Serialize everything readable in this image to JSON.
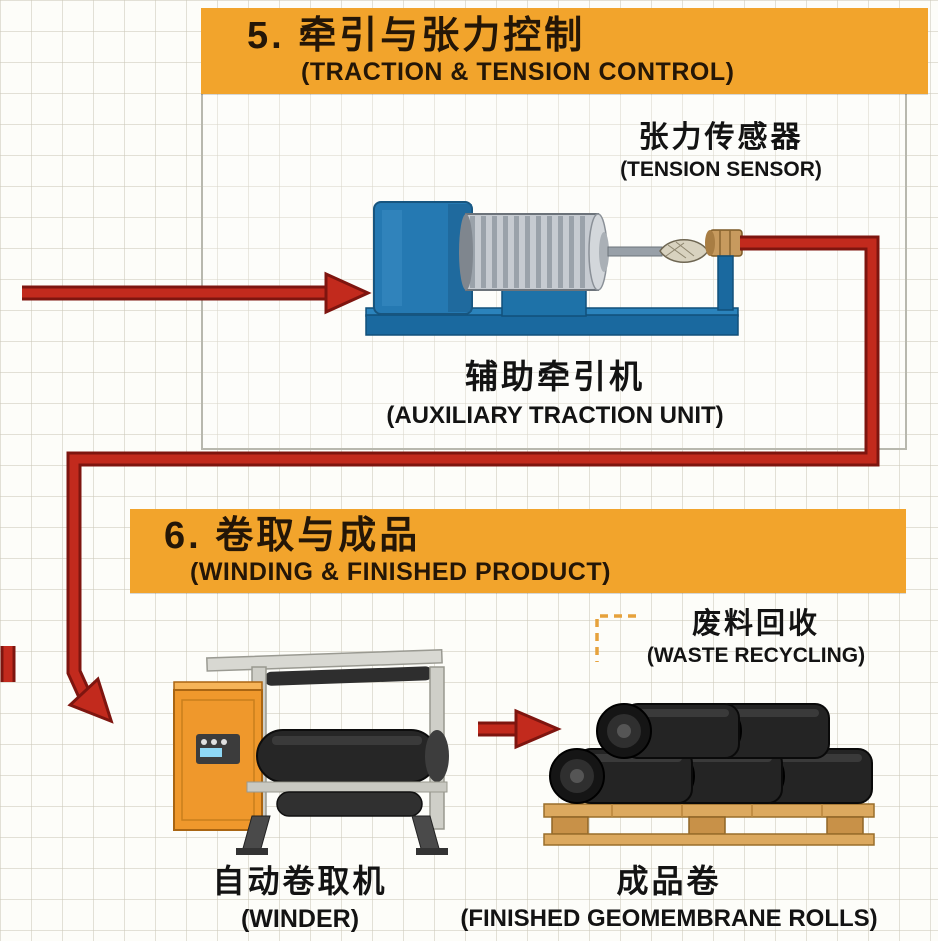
{
  "colors": {
    "banner_orange": "#F2A42C",
    "banner_text": "#241607",
    "arrow_red": "#C22A1D",
    "arrow_outline": "#7E150F",
    "machine_blue": "#2579B2",
    "winder_orange": "#EF982C",
    "pallet_tan": "#DCA95F",
    "dashed_yellow": "#E6A23C"
  },
  "section5": {
    "banner_line1": "5. 牵引与张力控制",
    "banner_line2": "(TRACTION & TENSION CONTROL)",
    "sensor": {
      "zh": "张力传感器",
      "en": "(TENSION SENSOR)"
    },
    "machine": {
      "zh": "辅助牵引机",
      "en": "(AUXILIARY TRACTION UNIT)"
    }
  },
  "section6": {
    "banner_line1": "6. 卷取与成品",
    "banner_line2": "(WINDING & FINISHED PRODUCT)",
    "waste": {
      "zh": "废料回收",
      "en": "(WASTE RECYCLING)"
    },
    "winder": {
      "zh": "自动卷取机",
      "en": "(WINDER)"
    },
    "rolls": {
      "zh": "成品卷",
      "en": "(FINISHED GEOMEMBRANE ROLLS)"
    }
  }
}
